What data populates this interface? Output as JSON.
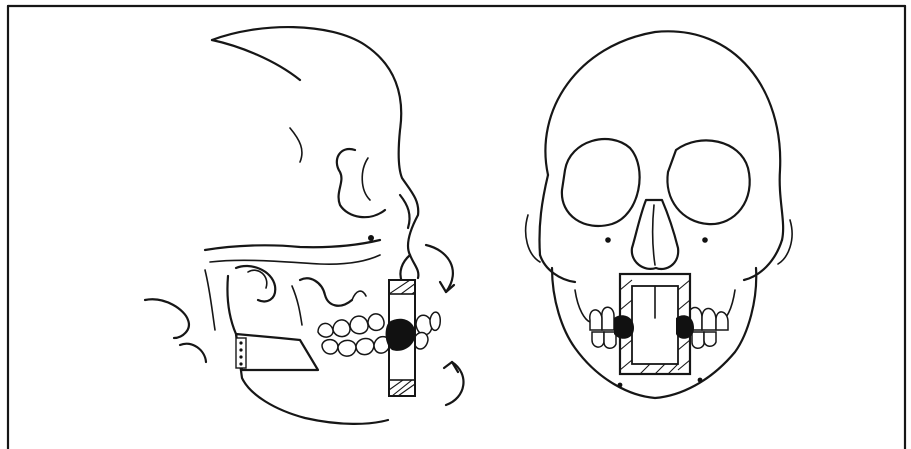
{
  "figure": {
    "labels": [],
    "colors": {
      "ink": "#161616",
      "background": "#ffffff"
    },
    "panels": [
      {
        "id": "lateral-view",
        "subject": "skull-lateral",
        "icons": [
          "rotation-arrow-upper",
          "rotation-arrow-lower",
          "appliance-splint-icon"
        ]
      },
      {
        "id": "frontal-view",
        "subject": "skull-frontal",
        "icons": [
          "appliance-frame-icon"
        ]
      }
    ]
  }
}
